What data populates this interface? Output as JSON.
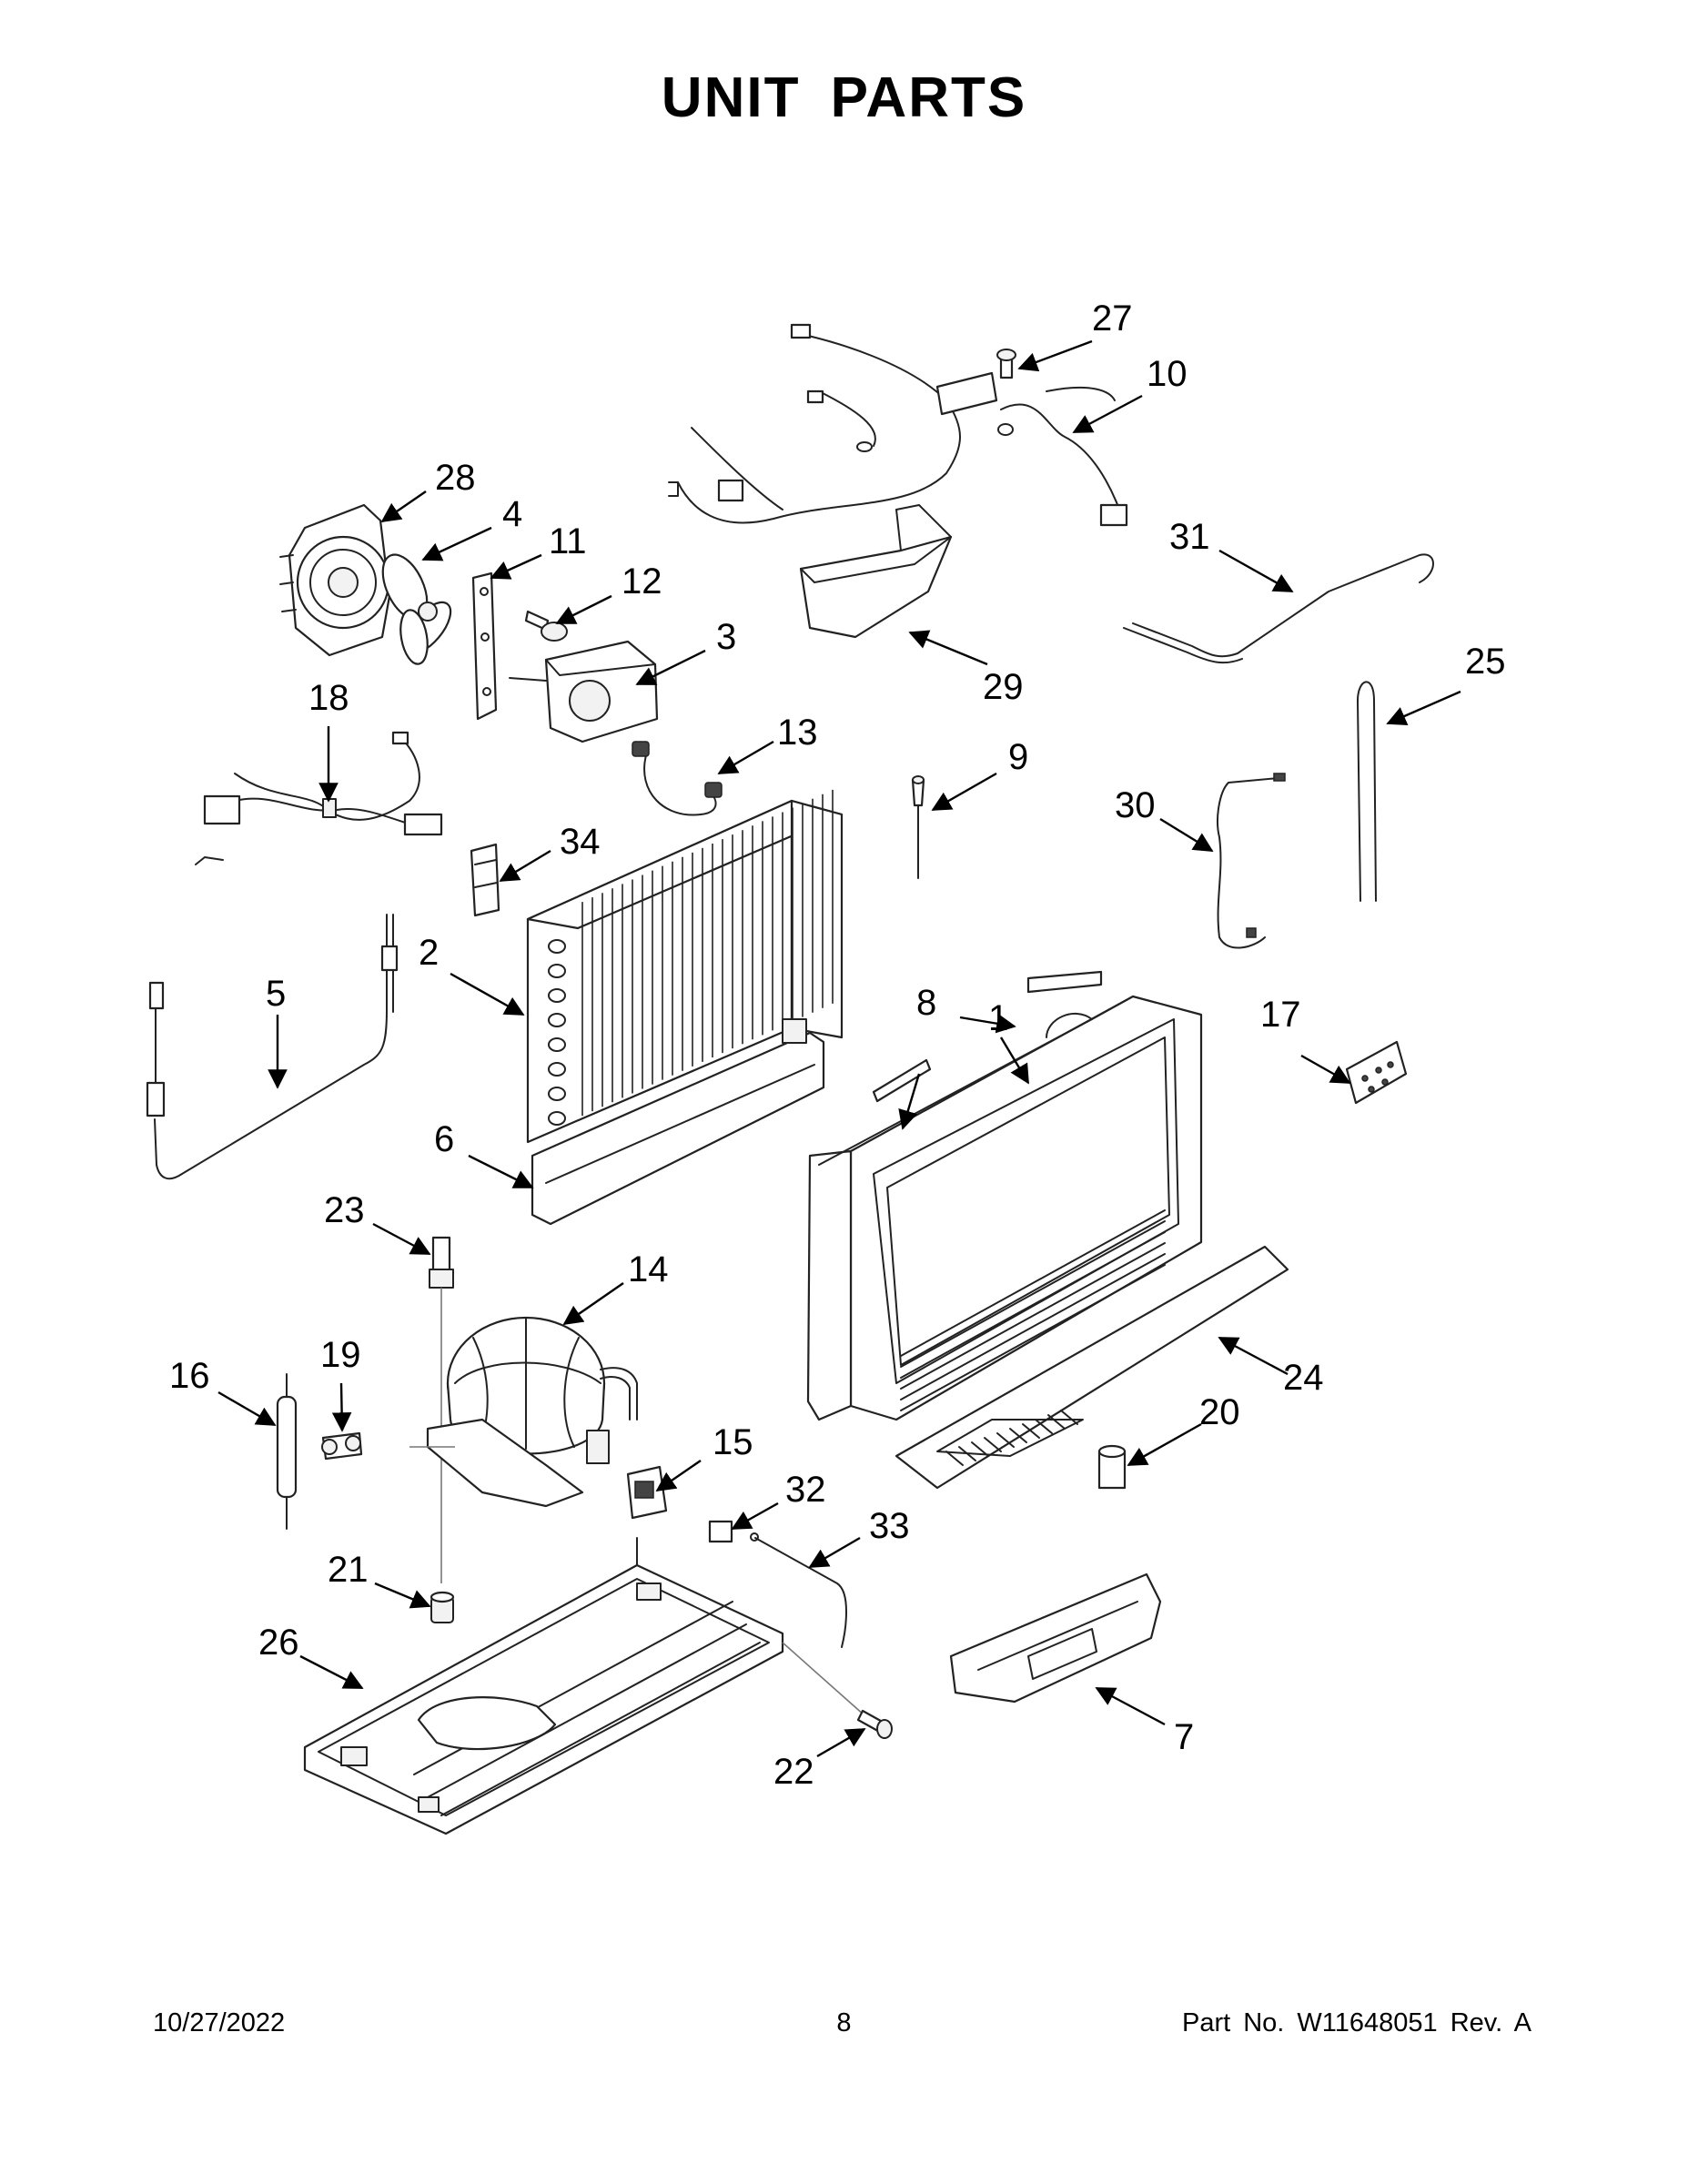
{
  "title": "UNIT  PARTS",
  "footer": {
    "date": "10/27/2022",
    "page": "8",
    "part_no": "Part No.  W11648051  Rev.  A"
  },
  "callouts": {
    "c1": "1",
    "c2": "2",
    "c3": "3",
    "c4": "4",
    "c5": "5",
    "c6": "6",
    "c7": "7",
    "c8": "8",
    "c9": "9",
    "c10": "10",
    "c11": "11",
    "c12": "12",
    "c13": "13",
    "c14": "14",
    "c15": "15",
    "c16": "16",
    "c17": "17",
    "c18": "18",
    "c19": "19",
    "c20": "20",
    "c21": "21",
    "c22": "22",
    "c23": "23",
    "c24": "24",
    "c25": "25",
    "c26": "26",
    "c27": "27",
    "c28": "28",
    "c29": "29",
    "c30": "30",
    "c31": "31",
    "c32": "32",
    "c33": "33",
    "c34": "34"
  }
}
